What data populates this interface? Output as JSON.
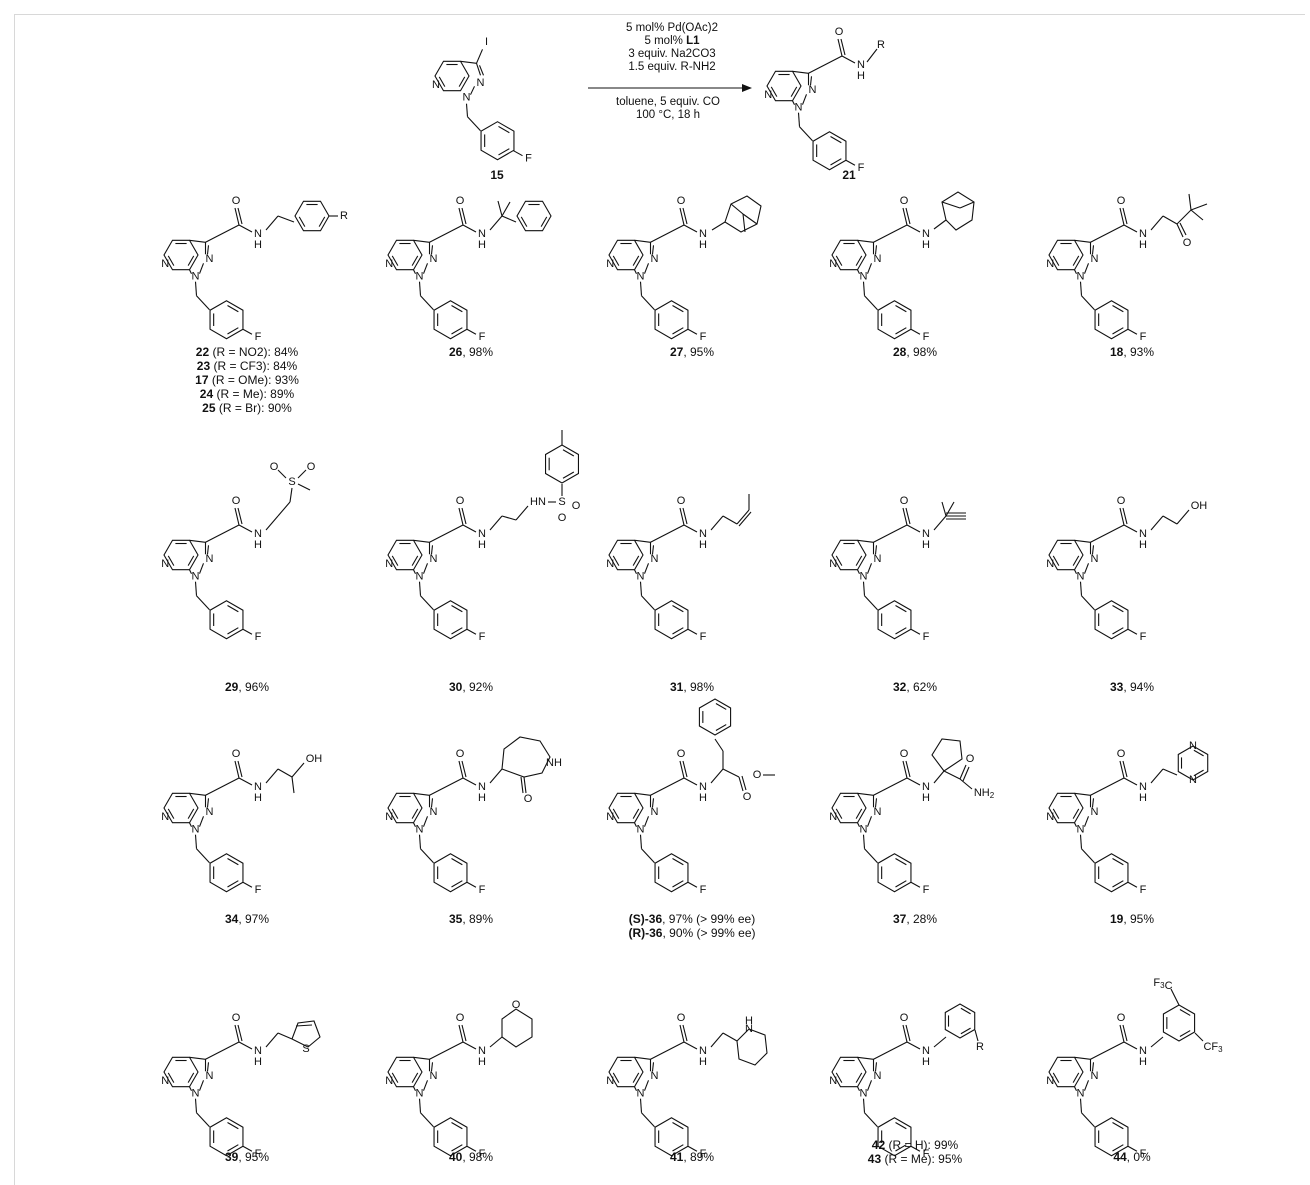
{
  "scheme": {
    "conditions_above": [
      "5 mol% Pd(OAc)2",
      "5 mol% L1",
      "3 equiv. Na2CO3",
      "1.5 equiv. R-NH2"
    ],
    "conditions_below": [
      "toluene, 5 equiv. CO",
      "100 °C, 18 h"
    ],
    "starting_material_label": "15",
    "product_label": "21"
  },
  "compounds": [
    {
      "id": "c22",
      "lines": [
        [
          "22",
          " (R = NO2): 84%"
        ],
        [
          "23",
          " (R = CF3): 84%"
        ],
        [
          "17",
          " (R = OMe): 93%"
        ],
        [
          "24",
          " (R = Me): 89%"
        ],
        [
          "25",
          " (R = Br): 90%"
        ]
      ]
    },
    {
      "id": "c26",
      "lines": [
        [
          "26",
          ", 98%"
        ]
      ]
    },
    {
      "id": "c27",
      "lines": [
        [
          "27",
          ", 95%"
        ]
      ]
    },
    {
      "id": "c28",
      "lines": [
        [
          "28",
          ", 98%"
        ]
      ]
    },
    {
      "id": "c18",
      "lines": [
        [
          "18",
          ", 93%"
        ]
      ]
    },
    {
      "id": "c29",
      "lines": [
        [
          "29",
          ", 96%"
        ]
      ]
    },
    {
      "id": "c30",
      "lines": [
        [
          "30",
          ", 92%"
        ]
      ]
    },
    {
      "id": "c31",
      "lines": [
        [
          "31",
          ", 98%"
        ]
      ]
    },
    {
      "id": "c32",
      "lines": [
        [
          "32",
          ", 62%"
        ]
      ]
    },
    {
      "id": "c33",
      "lines": [
        [
          "33",
          ", 94%"
        ]
      ]
    },
    {
      "id": "c34",
      "lines": [
        [
          "34",
          ", 97%"
        ]
      ]
    },
    {
      "id": "c35",
      "lines": [
        [
          "35",
          ", 89%"
        ]
      ]
    },
    {
      "id": "c36",
      "lines": [
        [
          "(S)-36",
          ", 97% (> 99% ee)"
        ],
        [
          "(R)-36",
          ", 90% (> 99% ee)"
        ]
      ]
    },
    {
      "id": "c37",
      "lines": [
        [
          "37",
          ", 28%"
        ]
      ]
    },
    {
      "id": "c19",
      "lines": [
        [
          "19",
          ", 95%"
        ]
      ]
    },
    {
      "id": "c39",
      "lines": [
        [
          "39",
          ", 95%"
        ]
      ]
    },
    {
      "id": "c40",
      "lines": [
        [
          "40",
          ", 98%"
        ]
      ]
    },
    {
      "id": "c41",
      "lines": [
        [
          "41",
          ", 89%"
        ]
      ]
    },
    {
      "id": "c42",
      "lines": [
        [
          "42",
          " (R = H): 99%"
        ],
        [
          "43",
          " (R = Me): 95%"
        ]
      ]
    },
    {
      "id": "c44",
      "lines": [
        [
          "44",
          ", 0%"
        ]
      ]
    }
  ],
  "atoms": {
    "N": "N",
    "H": "H",
    "O": "O",
    "F": "F",
    "I": "I",
    "R": "R",
    "S": "S",
    "OH": "OH",
    "NH": "NH",
    "HN": "HN",
    "NH2": "NH2",
    "CF3": "CF3",
    "F3C": "F3C"
  }
}
